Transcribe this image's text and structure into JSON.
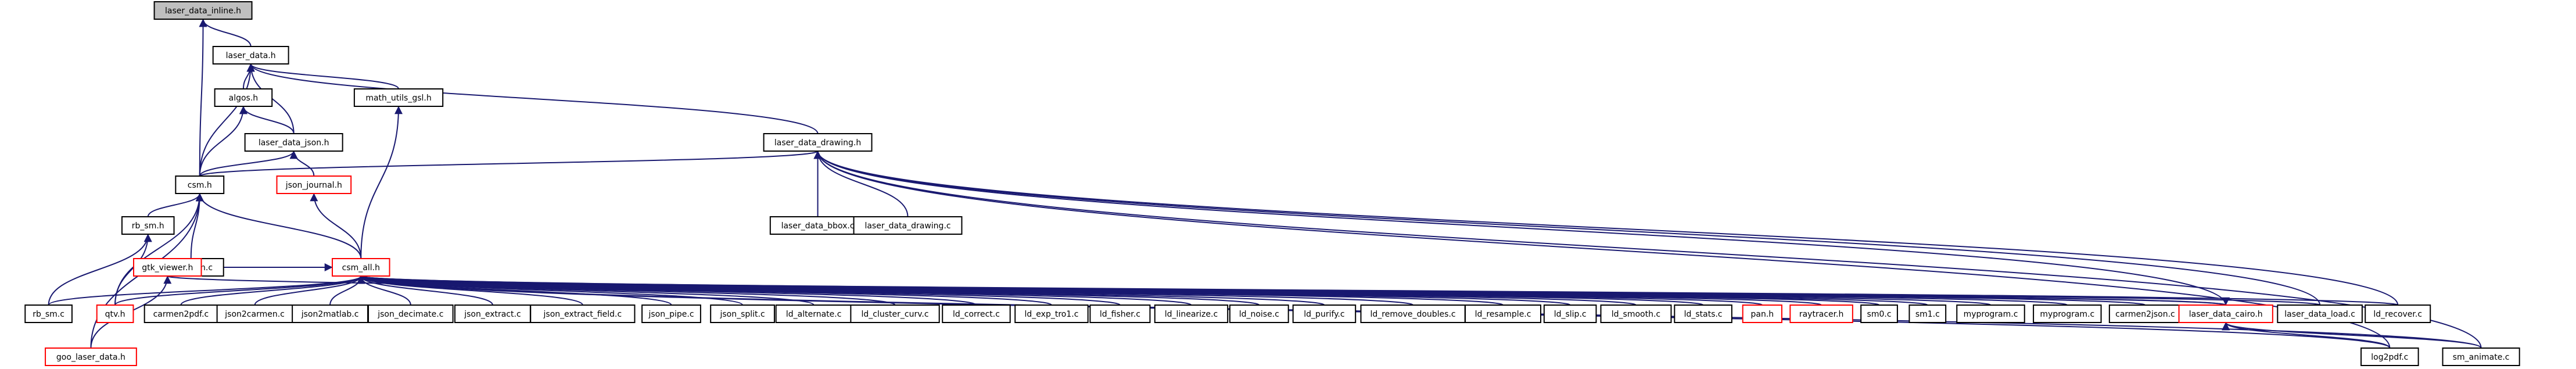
{
  "diagram": {
    "nodes": [
      {
        "id": "root",
        "label": "laser_data_inline.h",
        "kind": "root"
      },
      {
        "id": "laser_data_h",
        "label": "laser_data.h",
        "kind": "normal"
      },
      {
        "id": "algos_h",
        "label": "algos.h",
        "kind": "normal"
      },
      {
        "id": "math_utils_gsl_h",
        "label": "math_utils_gsl.h",
        "kind": "normal"
      },
      {
        "id": "laser_data_json_h",
        "label": "laser_data_json.h",
        "kind": "normal"
      },
      {
        "id": "laser_data_drawing_h",
        "label": "laser_data_drawing.h",
        "kind": "normal"
      },
      {
        "id": "csm_h",
        "label": "csm.h",
        "kind": "normal"
      },
      {
        "id": "json_journal_h",
        "label": "json_journal.h",
        "kind": "red"
      },
      {
        "id": "laser_data_bbox_c",
        "label": "laser_data_bbox.c",
        "kind": "normal"
      },
      {
        "id": "laser_data_drawing_c",
        "label": "laser_data_drawing.c",
        "kind": "normal"
      },
      {
        "id": "rb_sm_h",
        "label": "rb_sm.h",
        "kind": "normal"
      },
      {
        "id": "test_json_c",
        "label": "test_json.c",
        "kind": "normal"
      },
      {
        "id": "csm_all_h",
        "label": "csm_all.h",
        "kind": "red"
      },
      {
        "id": "rb_sm_c",
        "label": "rb_sm.c",
        "kind": "normal"
      },
      {
        "id": "qtv_h",
        "label": "qtv.h",
        "kind": "red"
      },
      {
        "id": "carmen2pdf_c",
        "label": "carmen2pdf.c",
        "kind": "normal"
      },
      {
        "id": "json2carmen_c",
        "label": "json2carmen.c",
        "kind": "normal"
      },
      {
        "id": "json2matlab_c",
        "label": "json2matlab.c",
        "kind": "normal"
      },
      {
        "id": "json_decimate_c",
        "label": "json_decimate.c",
        "kind": "normal"
      },
      {
        "id": "json_extract_c",
        "label": "json_extract.c",
        "kind": "normal"
      },
      {
        "id": "json_extract_field_c",
        "label": "json_extract_field.c",
        "kind": "normal"
      },
      {
        "id": "json_pipe_c",
        "label": "json_pipe.c",
        "kind": "normal"
      },
      {
        "id": "json_split_c",
        "label": "json_split.c",
        "kind": "normal"
      },
      {
        "id": "ld_alternate_c",
        "label": "ld_alternate.c",
        "kind": "normal"
      },
      {
        "id": "ld_cluster_curv_c",
        "label": "ld_cluster_curv.c",
        "kind": "normal"
      },
      {
        "id": "ld_correct_c",
        "label": "ld_correct.c",
        "kind": "normal"
      },
      {
        "id": "ld_exp_tro1_c",
        "label": "ld_exp_tro1.c",
        "kind": "normal"
      },
      {
        "id": "ld_fisher_c",
        "label": "ld_fisher.c",
        "kind": "normal"
      },
      {
        "id": "ld_linearize_c",
        "label": "ld_linearize.c",
        "kind": "normal"
      },
      {
        "id": "ld_noise_c",
        "label": "ld_noise.c",
        "kind": "normal"
      },
      {
        "id": "ld_purify_c",
        "label": "ld_purify.c",
        "kind": "normal"
      },
      {
        "id": "ld_remove_doubles_c",
        "label": "ld_remove_doubles.c",
        "kind": "normal"
      },
      {
        "id": "ld_resample_c",
        "label": "ld_resample.c",
        "kind": "normal"
      },
      {
        "id": "ld_slip_c",
        "label": "ld_slip.c",
        "kind": "normal"
      },
      {
        "id": "ld_smooth_c",
        "label": "ld_smooth.c",
        "kind": "normal"
      },
      {
        "id": "ld_stats_c",
        "label": "ld_stats.c",
        "kind": "normal"
      },
      {
        "id": "pan_h",
        "label": "pan.h",
        "kind": "red"
      },
      {
        "id": "raytracer_h",
        "label": "raytracer.h",
        "kind": "red"
      },
      {
        "id": "sm0_c",
        "label": "sm0.c",
        "kind": "normal"
      },
      {
        "id": "sm1_c",
        "label": "sm1.c",
        "kind": "normal"
      },
      {
        "id": "myprogram_c_1",
        "label": "myprogram.c",
        "kind": "normal"
      },
      {
        "id": "myprogram_c_2",
        "label": "myprogram.c",
        "kind": "normal"
      },
      {
        "id": "carmen2json_c",
        "label": "carmen2json.c",
        "kind": "normal"
      },
      {
        "id": "laser_data_cairo_h",
        "label": "laser_data_cairo.h",
        "kind": "red"
      },
      {
        "id": "laser_data_load_c",
        "label": "laser_data_load.c",
        "kind": "normal"
      },
      {
        "id": "ld_recover_c",
        "label": "ld_recover.c",
        "kind": "normal"
      },
      {
        "id": "gtk_viewer_h",
        "label": "gtk_viewer.h",
        "kind": "red"
      },
      {
        "id": "log2pdf_c",
        "label": "log2pdf.c",
        "kind": "normal"
      },
      {
        "id": "sm_animate_c",
        "label": "sm_animate.c",
        "kind": "normal"
      },
      {
        "id": "goo_laser_data_h",
        "label": "goo_laser_data.h",
        "kind": "red"
      }
    ],
    "edges": [
      [
        "laser_data_h",
        "root"
      ],
      [
        "csm_h",
        "root"
      ],
      [
        "algos_h",
        "laser_data_h"
      ],
      [
        "laser_data_json_h",
        "laser_data_h"
      ],
      [
        "math_utils_gsl_h",
        "laser_data_h"
      ],
      [
        "laser_data_drawing_h",
        "laser_data_h"
      ],
      [
        "csm_h",
        "laser_data_h"
      ],
      [
        "laser_data_json_h",
        "algos_h"
      ],
      [
        "csm_h",
        "algos_h"
      ],
      [
        "csm_h",
        "laser_data_json_h"
      ],
      [
        "json_journal_h",
        "laser_data_json_h"
      ],
      [
        "csm_all_h",
        "math_utils_gsl_h"
      ],
      [
        "csm_all_h",
        "json_journal_h"
      ],
      [
        "csm_h",
        "laser_data_drawing_h"
      ],
      [
        "laser_data_bbox_c",
        "laser_data_drawing_h"
      ],
      [
        "laser_data_drawing_c",
        "laser_data_drawing_h"
      ],
      [
        "laser_data_cairo_h",
        "laser_data_drawing_h"
      ],
      [
        "laser_data_load_c",
        "laser_data_drawing_h"
      ],
      [
        "ld_recover_c",
        "laser_data_drawing_h"
      ],
      [
        "log2pdf_c",
        "laser_data_drawing_h"
      ],
      [
        "sm_animate_c",
        "laser_data_drawing_h"
      ],
      [
        "rb_sm_h",
        "csm_h"
      ],
      [
        "test_json_c",
        "csm_h"
      ],
      [
        "csm_all_h",
        "csm_h"
      ],
      [
        "qtv_h",
        "csm_h"
      ],
      [
        "goo_laser_data_h",
        "csm_h"
      ],
      [
        "rb_sm_c",
        "rb_sm_h"
      ],
      [
        "qtv_h",
        "rb_sm_h"
      ],
      [
        "qtv_h",
        "csm_all_h"
      ],
      [
        "carmen2pdf_c",
        "csm_all_h"
      ],
      [
        "json2carmen_c",
        "csm_all_h"
      ],
      [
        "json2matlab_c",
        "csm_all_h"
      ],
      [
        "json_decimate_c",
        "csm_all_h"
      ],
      [
        "json_extract_c",
        "csm_all_h"
      ],
      [
        "json_extract_field_c",
        "csm_all_h"
      ],
      [
        "json_pipe_c",
        "csm_all_h"
      ],
      [
        "json_split_c",
        "csm_all_h"
      ],
      [
        "ld_alternate_c",
        "csm_all_h"
      ],
      [
        "ld_cluster_curv_c",
        "csm_all_h"
      ],
      [
        "ld_correct_c",
        "csm_all_h"
      ],
      [
        "ld_exp_tro1_c",
        "csm_all_h"
      ],
      [
        "ld_fisher_c",
        "csm_all_h"
      ],
      [
        "ld_linearize_c",
        "csm_all_h"
      ],
      [
        "ld_noise_c",
        "csm_all_h"
      ],
      [
        "ld_purify_c",
        "csm_all_h"
      ],
      [
        "ld_remove_doubles_c",
        "csm_all_h"
      ],
      [
        "ld_resample_c",
        "csm_all_h"
      ],
      [
        "ld_slip_c",
        "csm_all_h"
      ],
      [
        "ld_smooth_c",
        "csm_all_h"
      ],
      [
        "ld_stats_c",
        "csm_all_h"
      ],
      [
        "pan_h",
        "csm_all_h"
      ],
      [
        "raytracer_h",
        "csm_all_h"
      ],
      [
        "sm0_c",
        "csm_all_h"
      ],
      [
        "sm1_c",
        "csm_all_h"
      ],
      [
        "myprogram_c_1",
        "csm_all_h"
      ],
      [
        "myprogram_c_2",
        "csm_all_h"
      ],
      [
        "carmen2json_c",
        "csm_all_h"
      ],
      [
        "laser_data_cairo_h",
        "csm_all_h"
      ],
      [
        "laser_data_load_c",
        "csm_all_h"
      ],
      [
        "ld_recover_c",
        "csm_all_h"
      ],
      [
        "gtk_viewer_h",
        "csm_all_h"
      ],
      [
        "log2pdf_c",
        "csm_all_h"
      ],
      [
        "sm_animate_c",
        "csm_all_h"
      ],
      [
        "rb_sm_c",
        "csm_all_h"
      ],
      [
        "log2pdf_c",
        "laser_data_cairo_h"
      ],
      [
        "sm_animate_c",
        "laser_data_cairo_h"
      ],
      [
        "gtk_viewer_h",
        "laser_data_cairo_h"
      ],
      [
        "goo_laser_data_h",
        "gtk_viewer_h"
      ]
    ]
  }
}
